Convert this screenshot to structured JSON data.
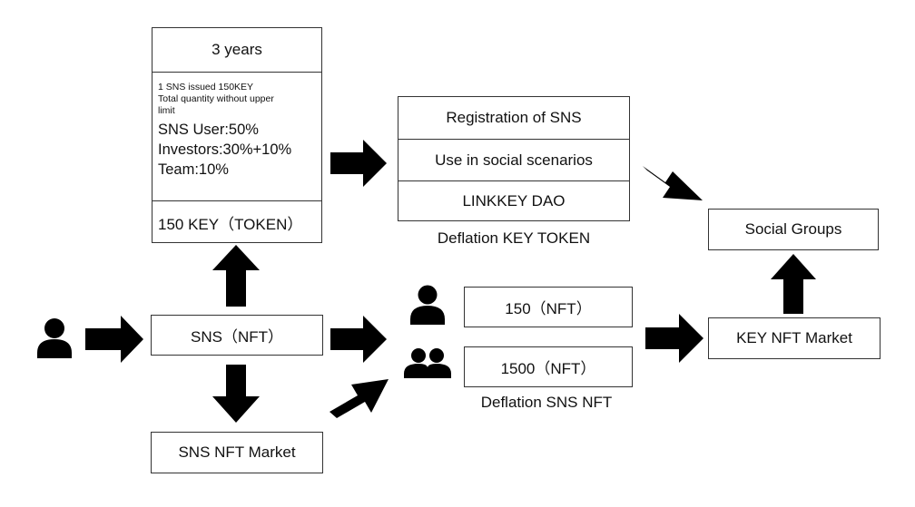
{
  "token_box": {
    "title": "3 years",
    "issue_line1": "1 SNS issued 150KEY",
    "issue_line2": "Total quantity without upper",
    "issue_line3": "limit",
    "alloc_user": "SNS User:50%",
    "alloc_investors": "Investors:30%+10%",
    "alloc_team": "Team:10%",
    "footer": "150 KEY（TOKEN）"
  },
  "usage_box": {
    "items": [
      "Registration of SNS",
      "Use in social scenarios",
      "LINKKEY DAO"
    ],
    "caption": "Deflation KEY TOKEN"
  },
  "social_groups": "Social Groups",
  "sns_nft": "SNS（NFT）",
  "sns_nft_market": "SNS NFT Market",
  "nft_single": "150（NFT）",
  "nft_group": "1500（NFT）",
  "nft_caption": "Deflation SNS NFT",
  "key_nft_market": "KEY NFT Market",
  "colors": {
    "stroke": "#333333",
    "fill": "#000000",
    "background": "#ffffff"
  }
}
